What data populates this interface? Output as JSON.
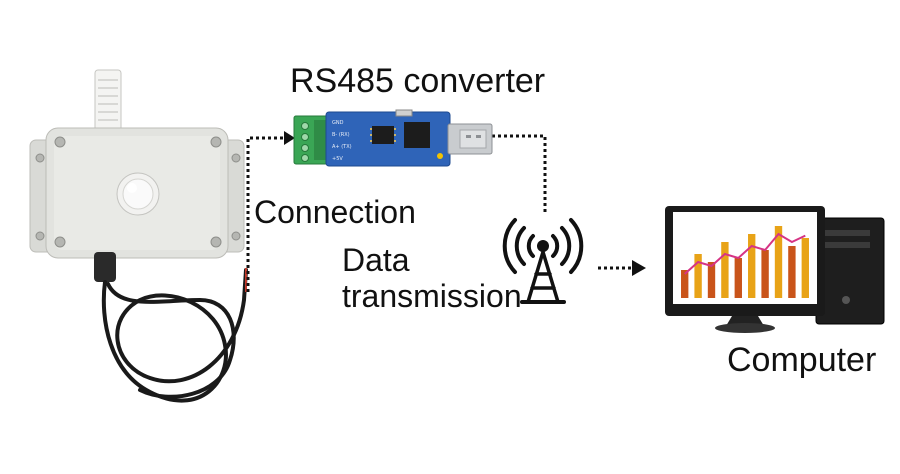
{
  "labels": {
    "converter": "RS485 converter",
    "connection": "Connection",
    "data_line1": "Data",
    "data_line2": "transmission",
    "computer": "Computer"
  },
  "converter_pins": [
    "GND",
    "B- (RX)",
    "A+ (TX)",
    "+5V"
  ],
  "diagram_nodes": [
    "sensor",
    "rs485-converter",
    "antenna",
    "computer"
  ],
  "colors": {
    "enclosure": "#dedfdb",
    "terminal_green": "#3aa655",
    "pcb_blue": "#2f64b8",
    "usb_silver": "#c9cccf",
    "cable": "#1a1a1a",
    "screen_bars": "#e8a317",
    "screen_line": "#d63384",
    "tower": "#1c1c1c"
  },
  "chart_on_screen": {
    "bars": [
      0.35,
      0.55,
      0.45,
      0.7,
      0.5,
      0.8,
      0.6,
      0.9,
      0.65,
      0.75
    ],
    "line": [
      0.3,
      0.45,
      0.4,
      0.55,
      0.5,
      0.65,
      0.6,
      0.8,
      0.7,
      0.78
    ]
  }
}
